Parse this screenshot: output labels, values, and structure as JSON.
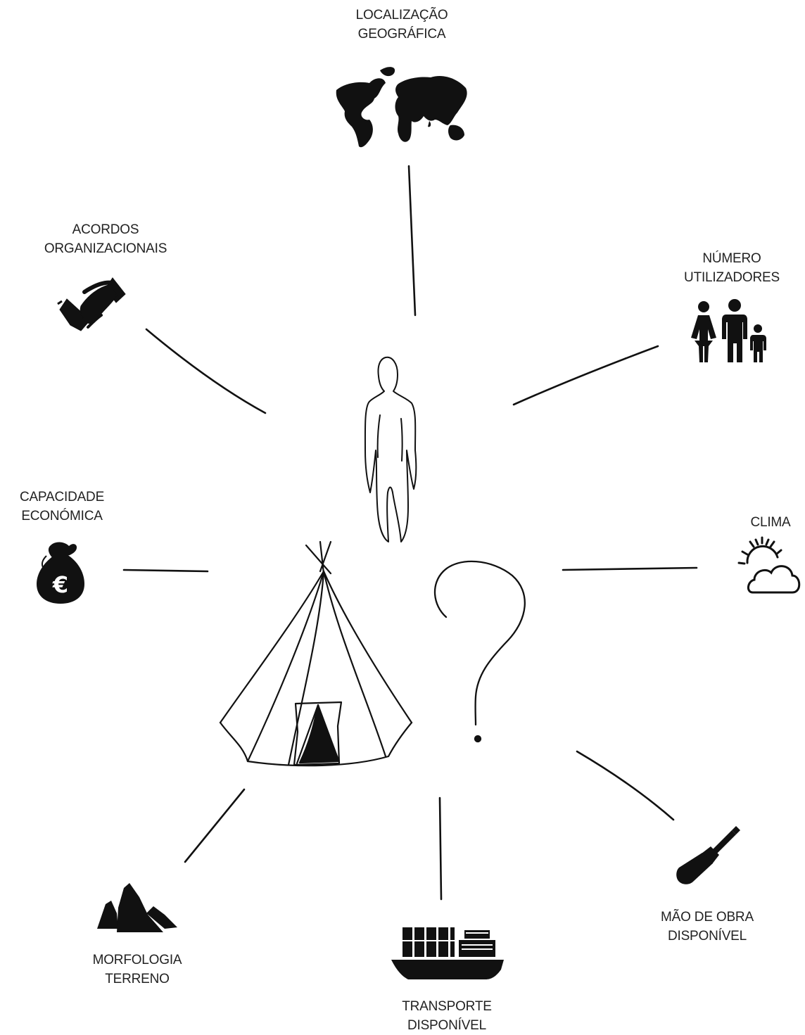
{
  "nodes": {
    "localizacao": {
      "lines": [
        "LOCALIZAÇÃO",
        "GEOGRÁFICA"
      ],
      "icon": "world-map-icon"
    },
    "acordos": {
      "lines": [
        "ACORDOS",
        "ORGANIZACIONAIS"
      ],
      "icon": "handshake-icon"
    },
    "numero": {
      "lines": [
        "NÚMERO",
        "UTILIZADORES"
      ],
      "icon": "family-icon"
    },
    "capacidade": {
      "lines": [
        "CAPACIDADE",
        "ECONÓMICA"
      ],
      "icon": "money-bag-euro-icon"
    },
    "clima": {
      "lines": [
        "CLIMA"
      ],
      "icon": "sun-cloud-icon"
    },
    "morfologia": {
      "lines": [
        "MORFOLOGIA",
        "TERRENO"
      ],
      "icon": "mountains-icon"
    },
    "transporte": {
      "lines": [
        "TRANSPORTE",
        "DISPONÍVEL"
      ],
      "icon": "cargo-ship-icon"
    },
    "mao_obra": {
      "lines": [
        "MÃO DE OBRA",
        "DISPONÍVEL"
      ],
      "icon": "screwdriver-icon"
    }
  },
  "center": {
    "figures": [
      "human-figure-sketch",
      "tipi-tent-sketch",
      "question-mark-sketch"
    ]
  },
  "colors": {
    "ink": "#111111",
    "text": "#222222",
    "background": "#ffffff"
  }
}
